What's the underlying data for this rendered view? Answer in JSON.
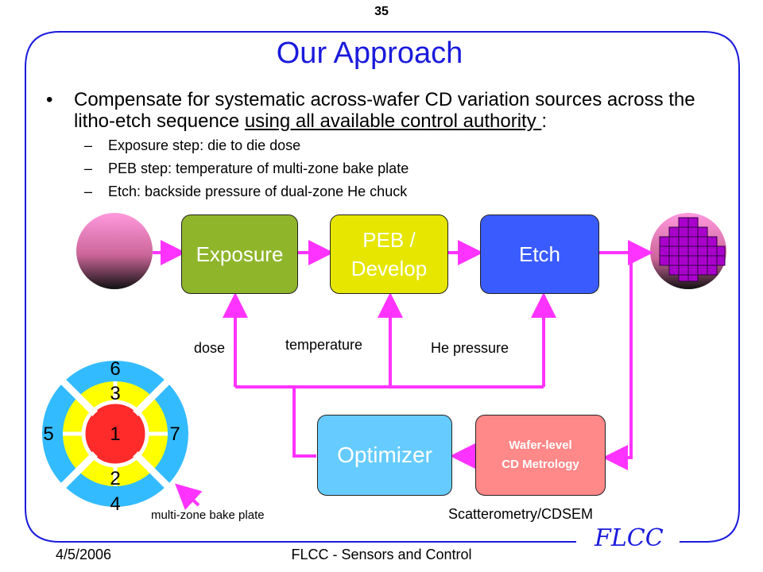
{
  "page_number": "35",
  "title": "Our Approach",
  "bullet": {
    "symbol": "•",
    "text_part1": "Compensate for systematic across-wafer CD variation sources across the litho-etch sequence ",
    "text_underlined": "using all available control authority ",
    "text_part2": ":"
  },
  "sub_bullets": [
    {
      "dash": "–",
      "text": "Exposure step: die to die dose"
    },
    {
      "dash": "–",
      "text": "PEB step: temperature of multi-zone bake plate"
    },
    {
      "dash": "–",
      "text": "Etch: backside pressure of dual-zone He chuck"
    }
  ],
  "diagram": {
    "boxes": {
      "exposure": "Exposure",
      "peb_line1": "PEB /",
      "peb_line2": "Develop",
      "etch": "Etch",
      "optimizer": "Optimizer",
      "metrology_line1": "Wafer-level",
      "metrology_line2": "CD Metrology"
    },
    "labels": {
      "dose": "dose",
      "temperature": "temperature",
      "he_pressure": "He pressure",
      "scatterometry": "Scatterometry/CDSEM",
      "bake_plate": "multi-zone bake plate"
    },
    "zones": [
      "1",
      "2",
      "3",
      "4",
      "5",
      "6",
      "7"
    ],
    "colors": {
      "arrow": "#ff33ff",
      "exposure_box": "#8fb52a",
      "peb_box": "#e6e600",
      "etch_box": "#3a5cff",
      "optimizer_box": "#66ccff",
      "metrology_box": "#ff8888",
      "zone_center": "#ff2a2a",
      "zone_middle": "#ffff00",
      "zone_outer": "#33bbff",
      "title": "#1a1adc"
    }
  },
  "footer": {
    "date": "4/5/2006",
    "center": "FLCC - Sensors and Control",
    "logo": "FLCC"
  }
}
